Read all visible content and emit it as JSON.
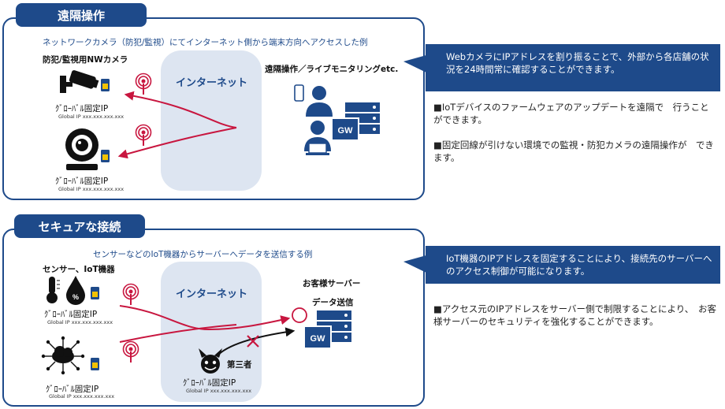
{
  "section1": {
    "tab": "遠隔操作",
    "caption": "ネットワークカメラ（防犯/監視）にてインターネット側から端末方向へアクセスした例",
    "device_label": "防犯/監視用NWカメラ",
    "cloud_label": "インターネット",
    "remote_label": "遠隔操作／ライブモニタリングetc.",
    "gip1": "ｸﾞﾛｰﾊﾞﾙ固定IP",
    "gip1_sub": "Global IP xxx.xxx.xxx.xxx",
    "gip2": "ｸﾞﾛｰﾊﾞﾙ固定IP",
    "gip2_sub": "Global IP xxx.xxx.xxx.xxx",
    "gw": "GW",
    "callout": "WebカメラにIPアドレスを割り振ることで、外部から各店舗の状況を24時間常に確認することができます。",
    "bullets": [
      "■IoTデバイスのファームウェアのアップデートを遠隔で　行うことができます。",
      "■固定回線が引けない環境での監視・防犯カメラの遠隔操作が　できます。"
    ]
  },
  "section2": {
    "tab": "セキュアな接続",
    "caption": "センサーなどのIoT機器からサーバーへデータを送信する例",
    "device_label": "センサー、IoT機器",
    "cloud_label": "インターネット",
    "server_label": "お客様サーバー",
    "send_label": "データ送信",
    "third_party": "第三者",
    "gip1": "ｸﾞﾛｰﾊﾞﾙ固定IP",
    "gip1_sub": "Global IP xxx.xxx.xxx.xxx",
    "gip2": "ｸﾞﾛｰﾊﾞﾙ固定IP",
    "gip2_sub": "Global IP xxx.xxx.xxx.xxx",
    "gip3": "ｸﾞﾛｰﾊﾞﾙ固定IP",
    "gip3_sub": "Global IP xxx.xxx.xxx.xxx",
    "gw": "GW",
    "callout": "IoT機器のIPアドレスを固定することにより、接続先のサーバーへのアクセス制御が可能になります。",
    "bullets": [
      "■アクセス元のIPアドレスをサーバー側で制限することにより、　お客様サーバーのセキュリティを強化することができます。"
    ]
  },
  "colors": {
    "navy": "#1e4a8a",
    "arrow_red": "#c8163f",
    "cloud": "#dde5f1"
  }
}
